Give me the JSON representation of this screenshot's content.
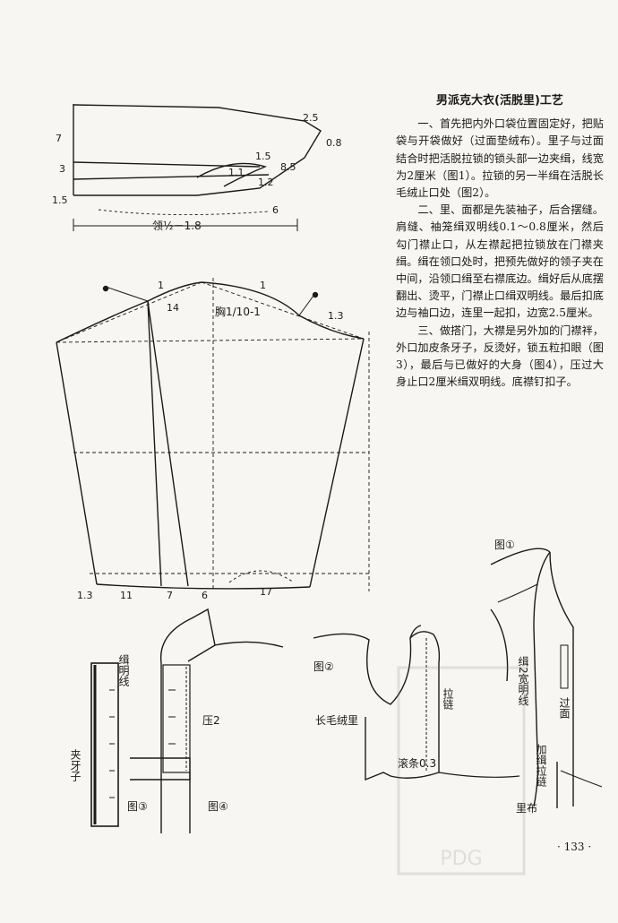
{
  "article": {
    "title": "男派克大衣(活脱里)工艺",
    "paragraphs": [
      "一、首先把内外口袋位置固定好，把贴袋与开袋做好（过面垫绒布）。里子与过面结合时把活脱拉锁的锁头部一边夹缉，线宽为2厘米（图1）。拉锁的另一半缉在活脱长毛绒止口处（图2）。",
      "二、里、面都是先装袖子，后合摆缝。肩缝、袖笼缉双明线0.1～0.8厘米，然后勾门襟止口，从左襟起把拉锁放在门襟夹缉。缉在领口处时，把预先做好的领子夹在中间，沿领口缉至右襟底边。缉好后从底摆翻出、烫平，门襟止口缉双明线。最后扣底边与袖口边，连里一起扣，边宽2.5厘米。",
      "三、做搭门，大襟是另外加的门襟袢，外口加皮条牙子，反烫好，锁五粒扣眼（图3），最后与已做好的大身（图4），压过大身止口2厘米缉双明线。底襟钉扣子。"
    ]
  },
  "collar": {
    "labels": [
      "2.5",
      "0.8",
      "7",
      "1.5",
      "8.5",
      "1.1",
      "1.2",
      "3",
      "1.5",
      "6"
    ],
    "measure": "领½－1.8"
  },
  "sleeve": {
    "labels": [
      "1",
      "14",
      "1",
      "1.3",
      "1.3",
      "11",
      "7",
      "6",
      "17"
    ],
    "chest": "胸1/10-1"
  },
  "fig1": {
    "title": "图①",
    "labels": [
      "缉2宽明线",
      "过面",
      "加缉拉链",
      "里布"
    ]
  },
  "fig2": {
    "title": "图②",
    "labels": [
      "拉链",
      "长毛绒里",
      "滚条0.3"
    ]
  },
  "fig3": {
    "title": "图③",
    "labels": [
      "缉明线",
      "夹牙子"
    ]
  },
  "fig4": {
    "title": "图④",
    "labels": [
      "压2"
    ]
  },
  "page_number": "· 133 ·",
  "watermark": "PDG"
}
